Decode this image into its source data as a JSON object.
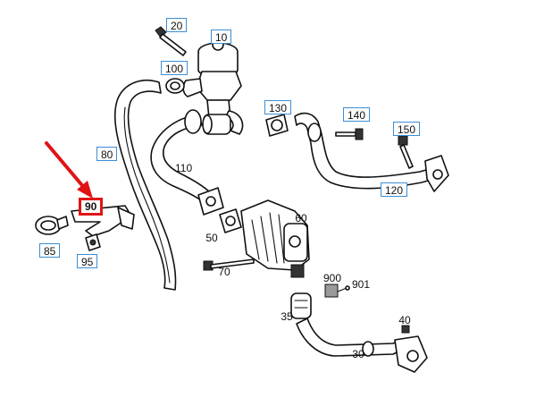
{
  "colors": {
    "highlight": "#e01414",
    "callout_border": "#3b8ed6",
    "line": "#111111"
  },
  "diagram": {
    "highlighted_part": "90",
    "callouts": {
      "c10": "10",
      "c20": "20",
      "c30": "30",
      "c35": "35",
      "c40": "40",
      "c50": "50",
      "c60": "60",
      "c70": "70",
      "c80": "80",
      "c85": "85",
      "c90": "90",
      "c95": "95",
      "c100": "100",
      "c110": "110",
      "c120": "120",
      "c130": "130",
      "c140": "140",
      "c150": "150",
      "c900": "900",
      "c901": "901"
    }
  }
}
